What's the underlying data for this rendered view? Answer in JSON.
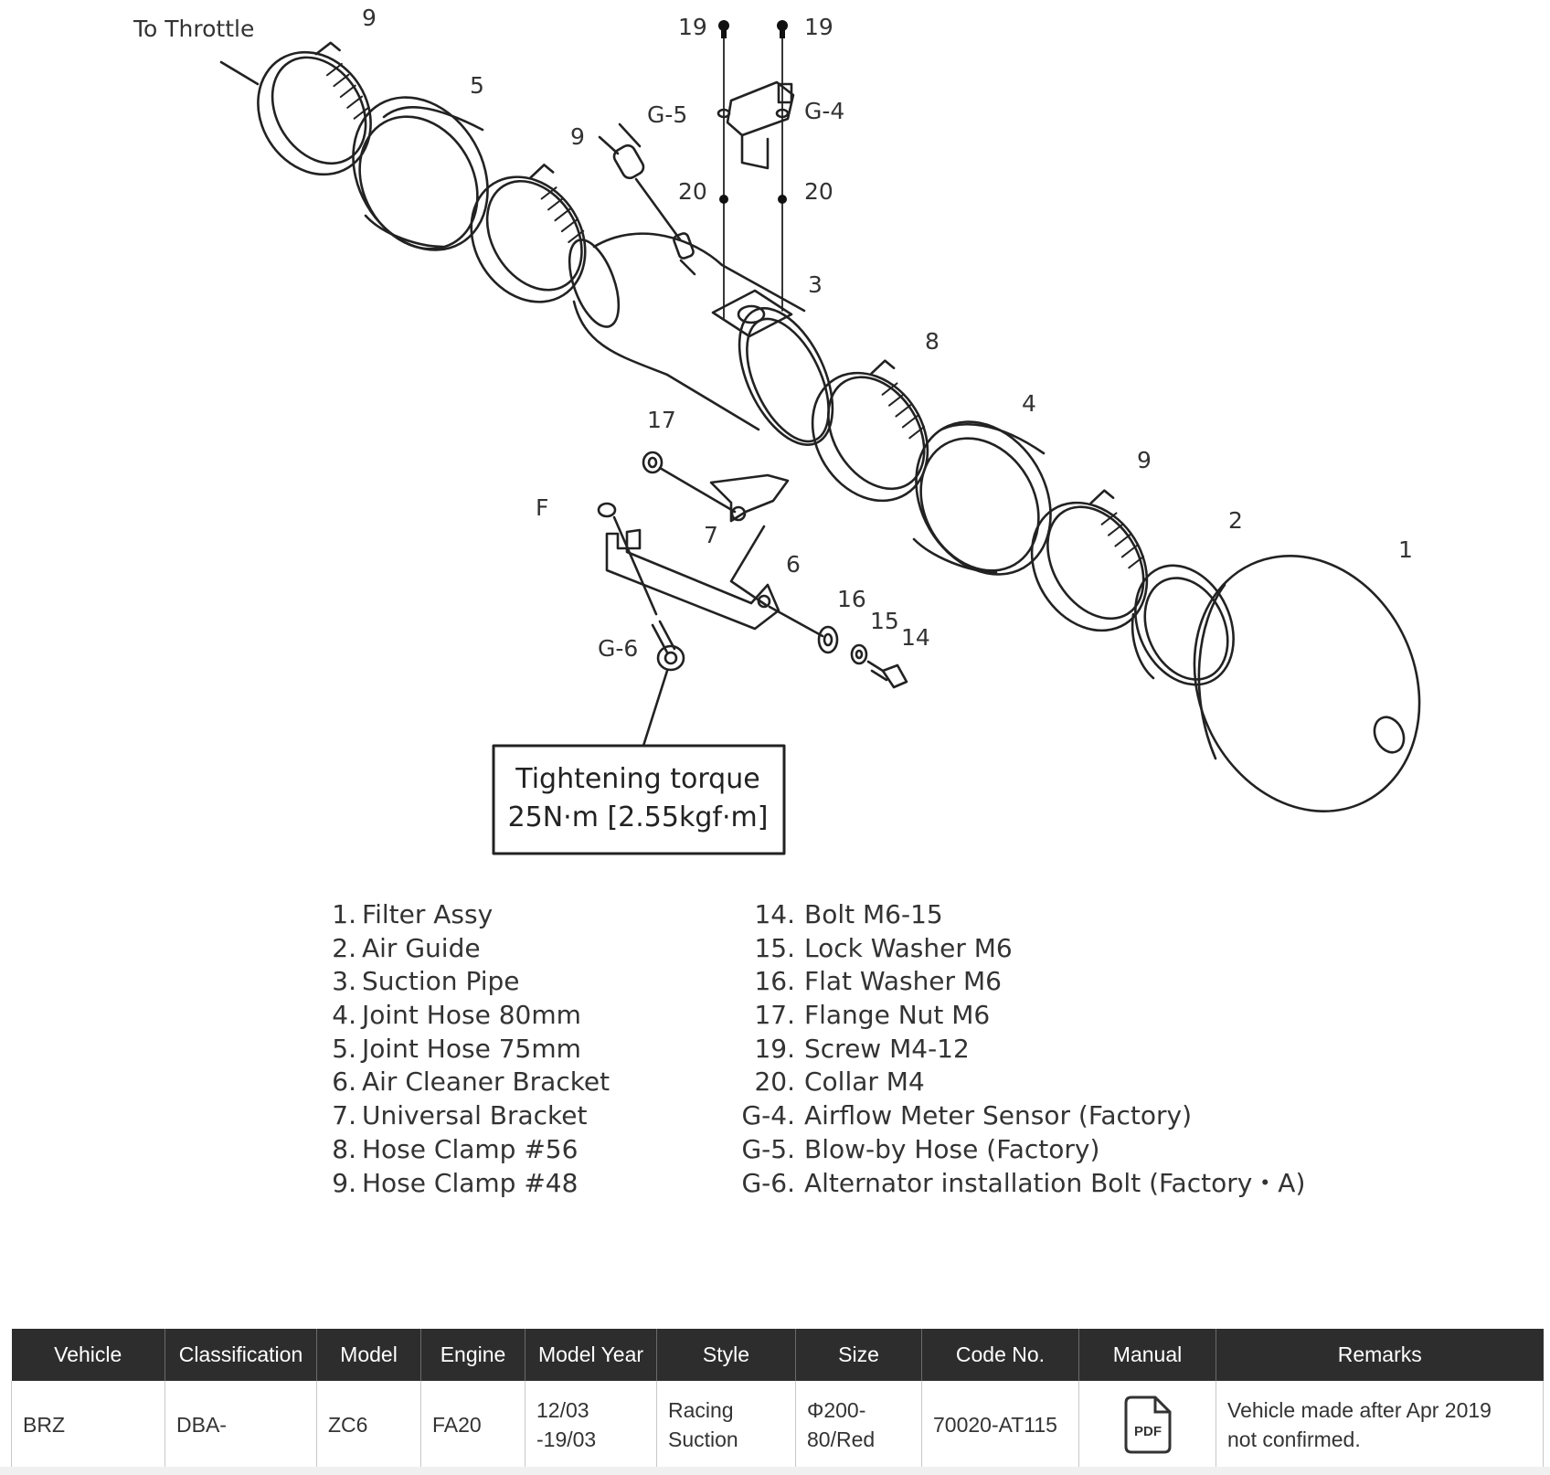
{
  "diagram": {
    "callouts": {
      "to_throttle": "To Throttle",
      "c9a": "9",
      "c5": "5",
      "c9b": "9",
      "g5": "G-5",
      "c19a": "19",
      "c19b": "19",
      "g4": "G-4",
      "c20a": "20",
      "c20b": "20",
      "c3": "3",
      "c8": "8",
      "c4": "4",
      "c9c": "9",
      "c2": "2",
      "c1": "1",
      "c17": "17",
      "cF": "F",
      "c7": "7",
      "c6": "6",
      "c16": "16",
      "c15": "15",
      "c14": "14",
      "g6": "G-6"
    },
    "torque_box": {
      "line1": "Tightening torque",
      "line2": "25N·m [2.55kgf·m]"
    }
  },
  "parts_list": {
    "left": [
      {
        "num": "1.",
        "name": "Filter Assy"
      },
      {
        "num": "2.",
        "name": "Air Guide"
      },
      {
        "num": "3.",
        "name": "Suction Pipe"
      },
      {
        "num": "4.",
        "name": "Joint Hose 80mm"
      },
      {
        "num": "5.",
        "name": "Joint Hose 75mm"
      },
      {
        "num": "6.",
        "name": "Air Cleaner Bracket"
      },
      {
        "num": "7.",
        "name": "Universal Bracket"
      },
      {
        "num": "8.",
        "name": "Hose Clamp  #56"
      },
      {
        "num": "9.",
        "name": "Hose Clamp  #48"
      }
    ],
    "right": [
      {
        "num": "14.",
        "name": "Bolt  M6-15"
      },
      {
        "num": "15.",
        "name": "Lock Washer  M6"
      },
      {
        "num": "16.",
        "name": "Flat Washer  M6"
      },
      {
        "num": "17.",
        "name": "Flange Nut  M6"
      },
      {
        "num": "19.",
        "name": "Screw  M4-12"
      },
      {
        "num": "20.",
        "name": "Collar  M4"
      },
      {
        "num": "G-4.",
        "name": "Airflow Meter Sensor (Factory)"
      },
      {
        "num": "G-5.",
        "name": "Blow-by Hose (Factory)"
      },
      {
        "num": "G-6.",
        "name": "Alternator installation Bolt (Factory・A)"
      }
    ]
  },
  "table": {
    "headers": {
      "vehicle": "Vehicle",
      "classification": "Classification",
      "model": "Model",
      "engine": "Engine",
      "model_year": "Model Year",
      "style": "Style",
      "size": "Size",
      "code_no": "Code No.",
      "manual": "Manual",
      "remarks": "Remarks"
    },
    "row": {
      "vehicle": "BRZ",
      "classification": "DBA-",
      "model": "ZC6",
      "engine": "FA20",
      "model_year_1": "12/03",
      "model_year_2": "-19/03",
      "style_1": "Racing",
      "style_2": "Suction",
      "size_1": "Φ200-",
      "size_2": "80/Red",
      "code_no": "70020-AT115",
      "manual_icon_text": "PDF",
      "remarks_1": "Vehicle made after Apr 2019",
      "remarks_2": "not confirmed."
    }
  }
}
